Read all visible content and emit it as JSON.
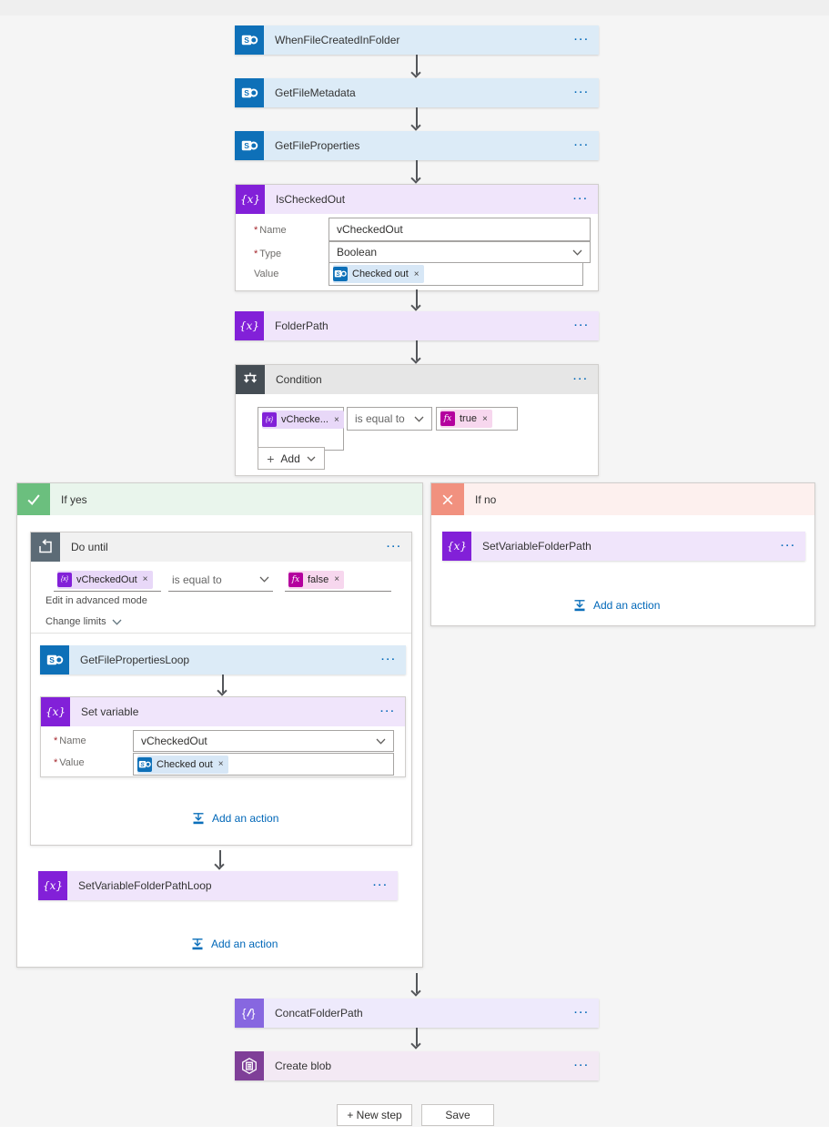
{
  "icons": {
    "menu": "···",
    "close": "×",
    "plus": "+",
    "variable": "{x}",
    "fx": "fx",
    "sp_letter": "S",
    "brace_left": "{",
    "brace_right": "}"
  },
  "req": "*",
  "colors": {
    "sharepoint_blue": "#0e70b8",
    "variable_purple": "#8220d8",
    "fx_magenta": "#b4009e",
    "link_blue": "#0067b8",
    "if_yes_green": "#6bbf7e",
    "if_no_red": "#f1917f"
  },
  "nodes": {
    "when_file_created": {
      "title": "WhenFileCreatedInFolder"
    },
    "get_file_metadata": {
      "title": "GetFileMetadata"
    },
    "get_file_properties": {
      "title": "GetFileProperties"
    },
    "is_checked_out": {
      "title": "IsCheckedOut",
      "name_label": "Name",
      "name_value": "vCheckedOut",
      "type_label": "Type",
      "type_value": "Boolean",
      "value_label": "Value",
      "value_chip": "Checked out"
    },
    "folder_path": {
      "title": "FolderPath"
    },
    "condition": {
      "title": "Condition",
      "left_chip": "vChecke...",
      "operator": "is equal to",
      "right_chip": "true",
      "add_label": "Add"
    },
    "if_yes": {
      "label": "If yes",
      "do_until": {
        "title": "Do until",
        "left_chip": "vCheckedOut",
        "operator": "is equal to",
        "right_chip": "false",
        "edit_advanced": "Edit in advanced mode",
        "change_limits": "Change limits",
        "get_file_properties_loop": {
          "title": "GetFilePropertiesLoop"
        },
        "set_variable": {
          "title": "Set variable",
          "name_label": "Name",
          "name_value": "vCheckedOut",
          "value_label": "Value",
          "value_chip": "Checked out"
        },
        "add_action": "Add an action"
      },
      "set_variable_folder_path_loop": {
        "title": "SetVariableFolderPathLoop"
      },
      "add_action": "Add an action"
    },
    "if_no": {
      "label": "If no",
      "set_variable_folder_path": {
        "title": "SetVariableFolderPath"
      },
      "add_action": "Add an action"
    },
    "concat_folder_path": {
      "title": "ConcatFolderPath"
    },
    "create_blob": {
      "title": "Create blob"
    }
  },
  "footer": {
    "new_step": "+ New step",
    "save": "Save"
  }
}
